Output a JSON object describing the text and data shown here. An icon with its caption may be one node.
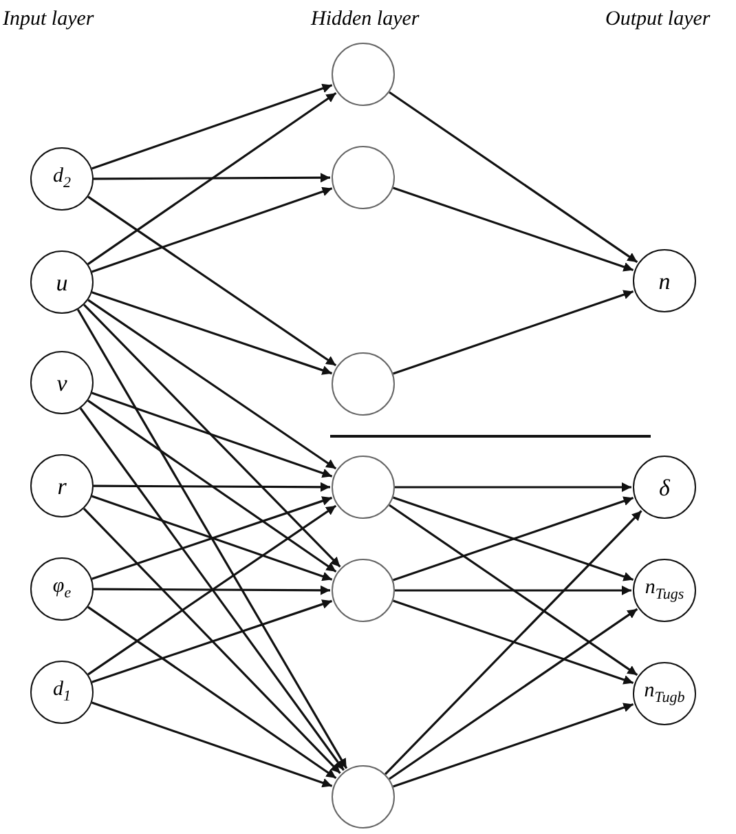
{
  "diagram": {
    "nodes": [
      {
        "text": [
          "d$_{2}$"
        ]
      },
      {
        "text": [
          "u"
        ]
      },
      {
        "text": [
          "ν"
        ]
      },
      {
        "text": [
          "r"
        ]
      },
      {
        "text": [
          "φ$_{e}$"
        ]
      },
      {
        "text": [
          "d$_{1}$"
        ]
      },
      {
        "text": [],
        "shape": "circle"
      },
      {
        "text": [],
        "shape": "circle"
      },
      {
        "text": [],
        "shape": "circle"
      },
      {
        "text": [],
        "shape": "circle"
      },
      {
        "text": [],
        "shape": "circle"
      },
      {
        "text": [],
        "shape": "circle"
      },
      {
        "text": [
          "n"
        ]
      },
      {
        "text": [
          "δ"
        ]
      },
      {
        "text": [
          "n$_{Tugs}$"
        ]
      },
      {
        "text": [
          "n$_{Tugb}$"
        ]
      }
    ],
    "edges": [
      {
        "from": 0,
        "to": 6,
        "arrow": "to"
      },
      {
        "from": 0,
        "to": 7,
        "arrow": "to"
      },
      {
        "from": 0,
        "to": 8,
        "arrow": "to"
      },
      {
        "from": 1,
        "to": 6,
        "arrow": "to"
      },
      {
        "from": 1,
        "to": 7,
        "arrow": "to"
      },
      {
        "from": 1,
        "to": 8,
        "arrow": "to"
      },
      {
        "from": 1,
        "to": 9,
        "arrow": "to"
      },
      {
        "from": 1,
        "to": 10,
        "arrow": "to"
      },
      {
        "from": 1,
        "to": 11,
        "arrow": "to"
      },
      {
        "from": 2,
        "to": 9,
        "arrow": "to"
      },
      {
        "from": 2,
        "to": 10,
        "arrow": "to"
      },
      {
        "from": 2,
        "to": 11,
        "arrow": "to"
      },
      {
        "from": 3,
        "to": 9,
        "arrow": "to"
      },
      {
        "from": 3,
        "to": 10,
        "arrow": "to"
      },
      {
        "from": 3,
        "to": 11,
        "arrow": "to"
      },
      {
        "from": 4,
        "to": 9,
        "arrow": "to"
      },
      {
        "from": 4,
        "to": 10,
        "arrow": "to"
      },
      {
        "from": 4,
        "to": 11,
        "arrow": "to"
      },
      {
        "from": 5,
        "to": 9,
        "arrow": "to"
      },
      {
        "from": 5,
        "to": 10,
        "arrow": "to"
      },
      {
        "from": 5,
        "to": 11,
        "arrow": "to"
      },
      {
        "from": 6,
        "to": 12,
        "arrow": "to"
      },
      {
        "from": 7,
        "to": 12,
        "arrow": "to"
      },
      {
        "from": 8,
        "to": 12,
        "arrow": "to"
      },
      {
        "from": 9,
        "to": 13,
        "arrow": "to"
      },
      {
        "from": 9,
        "to": 14,
        "arrow": "to"
      },
      {
        "from": 9,
        "to": 15,
        "arrow": "to"
      },
      {
        "from": 10,
        "to": 13,
        "arrow": "to"
      },
      {
        "from": 10,
        "to": 14,
        "arrow": "to"
      },
      {
        "from": 10,
        "to": 15,
        "arrow": "to"
      },
      {
        "from": 11,
        "to": 13,
        "arrow": "to"
      },
      {
        "from": 11,
        "to": 14,
        "arrow": "to"
      },
      {
        "from": 11,
        "to": 15,
        "arrow": "to"
      }
    ],
    "labels": [
      "Input layer",
      "Hidden layer",
      "Output layer"
    ]
  }
}
